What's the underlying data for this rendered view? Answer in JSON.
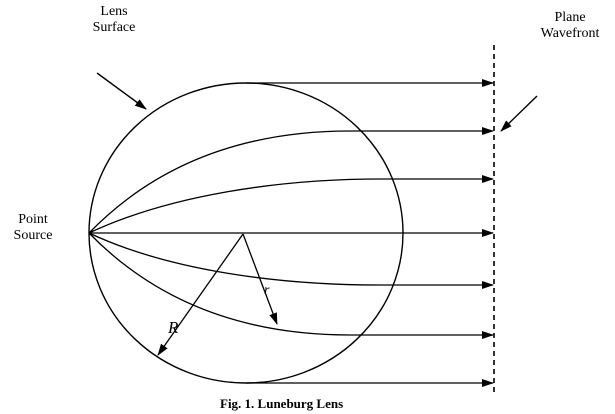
{
  "labels": {
    "lens_surface": [
      "Lens",
      "Surface"
    ],
    "plane_wavefront": [
      "Plane",
      "Wavefront"
    ],
    "point_source": [
      "Point",
      "Source"
    ],
    "radius_outer": "R",
    "radius_inner": "r"
  },
  "caption": "Fig. 1. Luneburg Lens",
  "colors": {
    "ink": "#000000",
    "background": "#ffffff"
  }
}
